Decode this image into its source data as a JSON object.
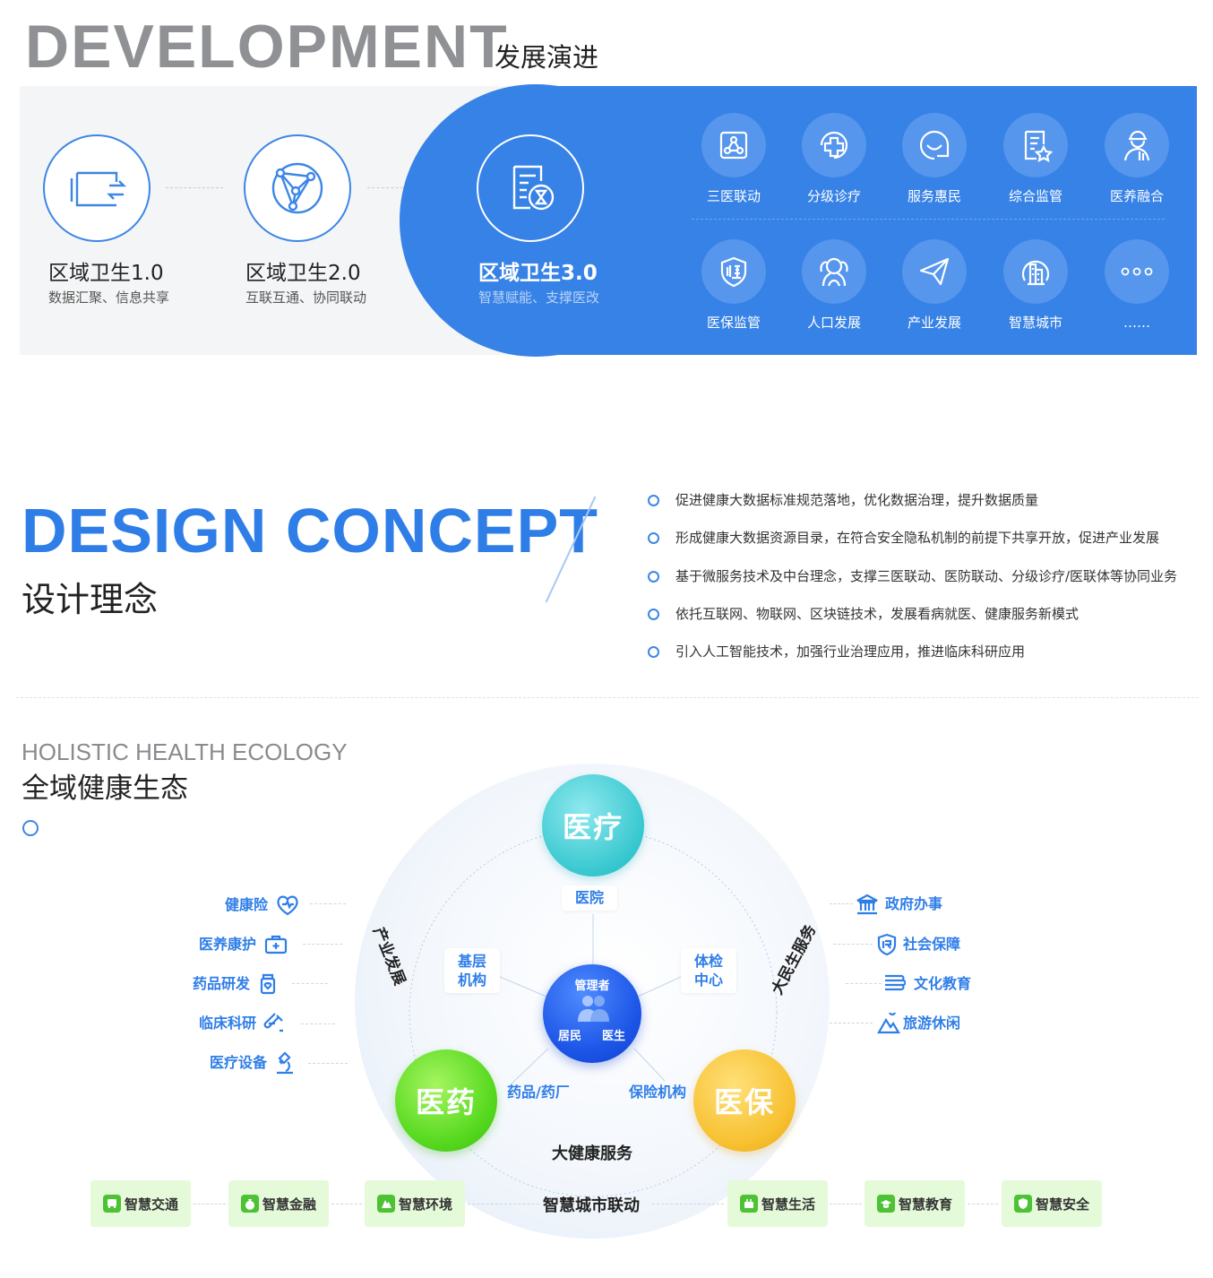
{
  "development": {
    "title_en": "DEVELOPMENT",
    "title_cn": "发展演进",
    "stages": [
      {
        "title": "区域卫生1.0",
        "subtitle": "数据汇聚、信息共享",
        "icon": "data-transfer-icon"
      },
      {
        "title": "区域卫生2.0",
        "subtitle": "互联互通、协同联动",
        "icon": "network-nodes-icon"
      },
      {
        "title": "区域卫生3.0",
        "subtitle": "智慧赋能、支撑医改",
        "icon": "smart-document-icon"
      }
    ],
    "services": [
      {
        "label": "三医联动",
        "icon": "linkage-icon"
      },
      {
        "label": "分级诊疗",
        "icon": "medical-cross-icon"
      },
      {
        "label": "服务惠民",
        "icon": "smile-icon"
      },
      {
        "label": "综合监管",
        "icon": "checklist-icon"
      },
      {
        "label": "医养融合",
        "icon": "elderly-care-icon"
      },
      {
        "label": "医保监管",
        "icon": "shield-monitor-icon"
      },
      {
        "label": "人口发展",
        "icon": "population-icon"
      },
      {
        "label": "产业发展",
        "icon": "paper-plane-icon"
      },
      {
        "label": "智慧城市",
        "icon": "city-building-icon"
      },
      {
        "label": "……",
        "icon": "more-dots-icon"
      }
    ],
    "colors": {
      "accent": "#3782e6",
      "panel": "#f4f5f6"
    }
  },
  "design_concept": {
    "title_en": "DESIGN CONCEPT",
    "title_cn": "设计理念",
    "points": [
      "促进健康大数据标准规范落地，优化数据治理，提升数据质量",
      "形成健康大数据资源目录，在符合安全隐私机制的前提下共享开放，促进产业发展",
      "基于微服务技术及中台理念，支撑三医联动、医防联动、分级诊疗/医联体等协同业务",
      "依托互联网、物联网、区块链技术，发展看病就医、健康服务新模式",
      "引入人工智能技术，加强行业治理应用，推进临床科研应用"
    ]
  },
  "ecology": {
    "title_en": "HOLISTIC HEALTH ECOLOGY",
    "title_cn": "全域健康生态",
    "nodes": {
      "medical": "医疗",
      "pharma": "医药",
      "insurance": "医保"
    },
    "center": {
      "top": "管理者",
      "left": "居民",
      "right": "医生"
    },
    "tags": {
      "hospital": "医院",
      "primary": "基层\n机构",
      "checkup": "体检\n中心",
      "pharma_factory": "药品/药厂",
      "insurer": "保险机构"
    },
    "arc_labels": {
      "industry": "产业发展",
      "livelihood": "大民生服务",
      "big_health": "大健康服务",
      "city_linkage": "智慧城市联动"
    },
    "left_items": [
      {
        "label": "健康险",
        "icon": "heart-shield-icon"
      },
      {
        "label": "医养康护",
        "icon": "medkit-icon"
      },
      {
        "label": "药品研发",
        "icon": "pill-bottle-icon"
      },
      {
        "label": "临床科研",
        "icon": "test-tube-icon"
      },
      {
        "label": "医疗设备",
        "icon": "microscope-icon"
      }
    ],
    "right_items": [
      {
        "label": "政府办事",
        "icon": "government-icon"
      },
      {
        "label": "社会保障",
        "icon": "insurance-shield-icon"
      },
      {
        "label": "文化教育",
        "icon": "books-icon"
      },
      {
        "label": "旅游休闲",
        "icon": "mountain-icon"
      }
    ],
    "city_items": [
      {
        "label": "智慧交通",
        "icon": "bus-icon"
      },
      {
        "label": "智慧金融",
        "icon": "money-bag-icon"
      },
      {
        "label": "智慧环境",
        "icon": "environment-icon"
      },
      {
        "label": "智慧生活",
        "icon": "life-icon"
      },
      {
        "label": "智慧教育",
        "icon": "graduation-cap-icon"
      },
      {
        "label": "智慧安全",
        "icon": "safety-shield-icon"
      }
    ],
    "colors": {
      "medical": "#37c7cf",
      "pharma": "#55d81e",
      "insurance": "#f7c131",
      "center": "#1b54e6",
      "text_blue": "#2f7ee8"
    }
  }
}
